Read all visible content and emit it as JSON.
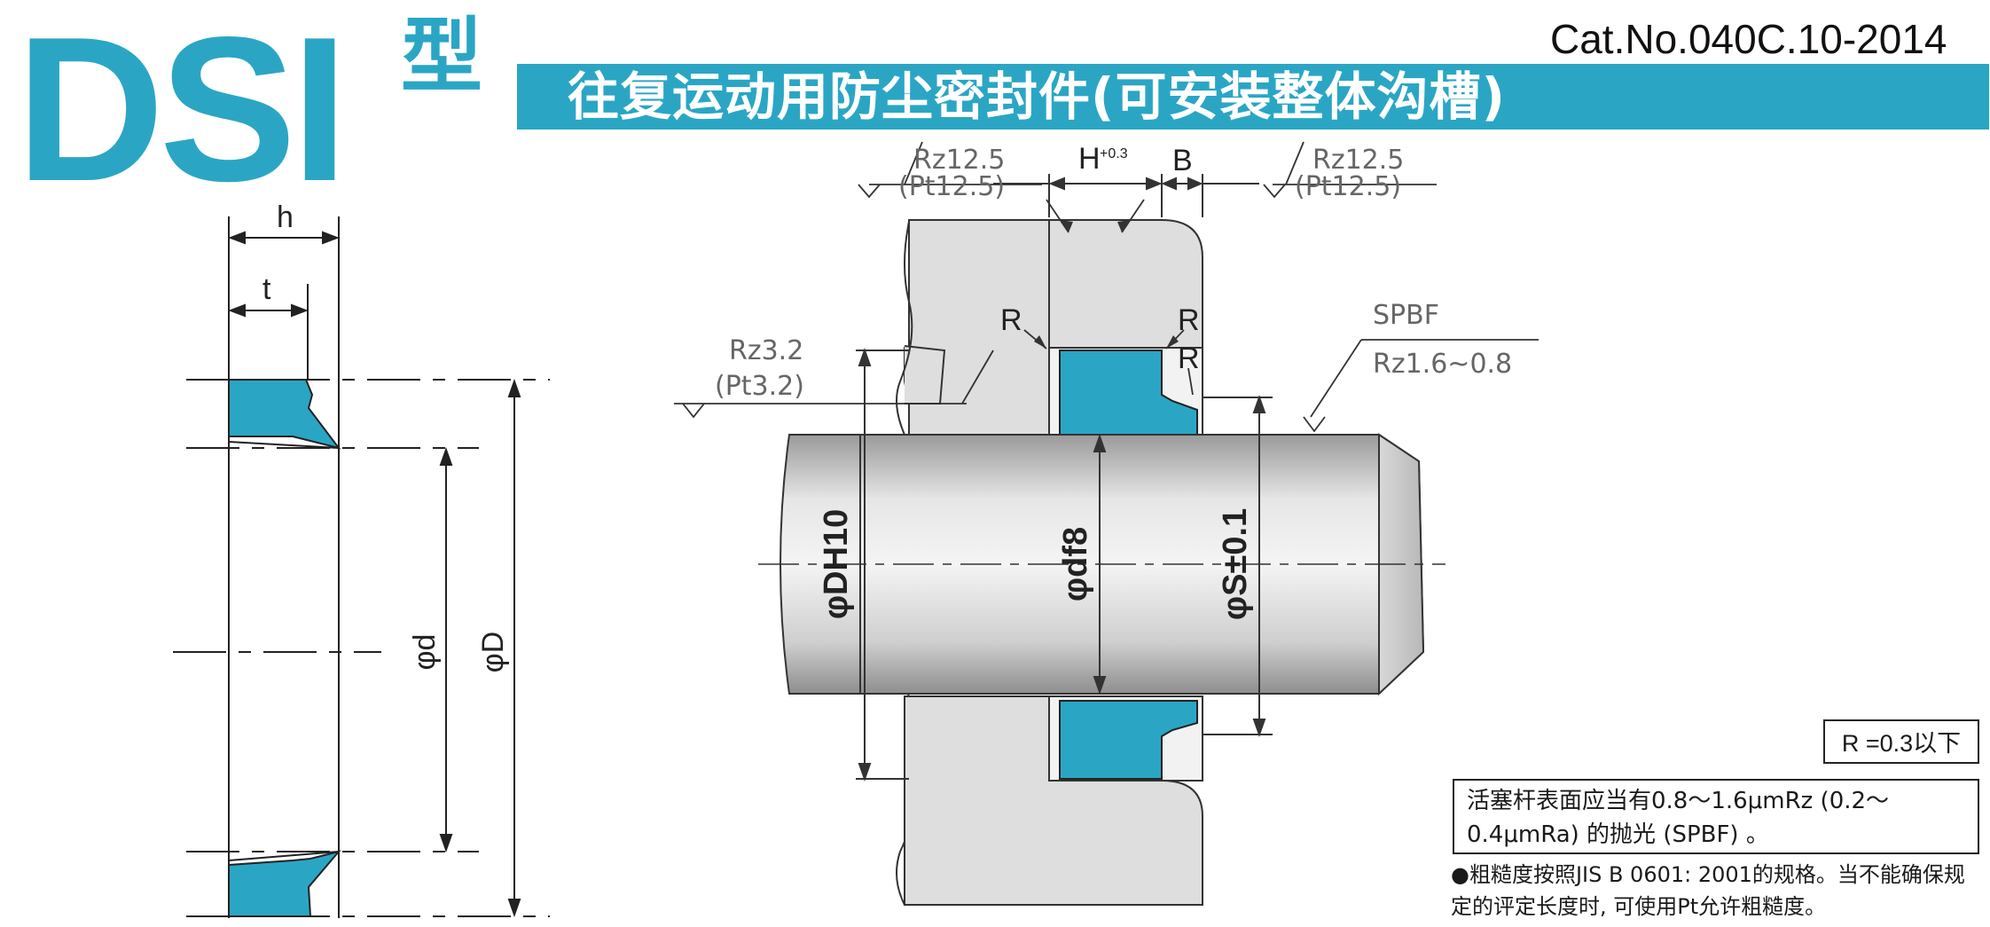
{
  "header": {
    "brand": "DSI",
    "type_char": "型",
    "catalog_number": "Cat.No.040C.10-2014",
    "title": "往复运动用防尘密封件(可安装整体沟槽)"
  },
  "left_drawing": {
    "label_h": "h",
    "label_t": "t",
    "label_d": "φd",
    "label_D": "φD"
  },
  "main_drawing": {
    "surface_top_left": "Rz12.5",
    "surface_top_left_pt": "(Pt12.5)",
    "label_H": "H",
    "label_H_tol": "+0.3",
    "label_B": "B",
    "surface_top_right": "Rz12.5",
    "surface_top_right_pt": "(Pt12.5)",
    "radius_label_left": "R",
    "radius_label_right_1": "R",
    "radius_label_right_2": "R",
    "surface_bore": "Rz3.2",
    "surface_bore_pt": "(Pt3.2)",
    "finish_code": "SPBF",
    "finish_range": "Rz1.6~0.8",
    "dim_DH10": "φDH10",
    "dim_df8": "φdf8",
    "dim_S": "φS±0.1"
  },
  "notes": {
    "radius_note": "R =0.3以下",
    "rod_finish": "活塞杆表面应当有0.8～1.6μmRz (0.2～0.4μmRa) 的抛光 (SPBF) 。",
    "roughness_standard": "●粗糙度按照JIS B 0601: 2001的规格。当不能确保规定的评定长度时, 可使用Pt允许粗糙度。"
  },
  "colors": {
    "accent": "#2aa6c4",
    "seal": "#2aa6c4",
    "housing": "#dedede",
    "rod": "#c9c9c9"
  }
}
